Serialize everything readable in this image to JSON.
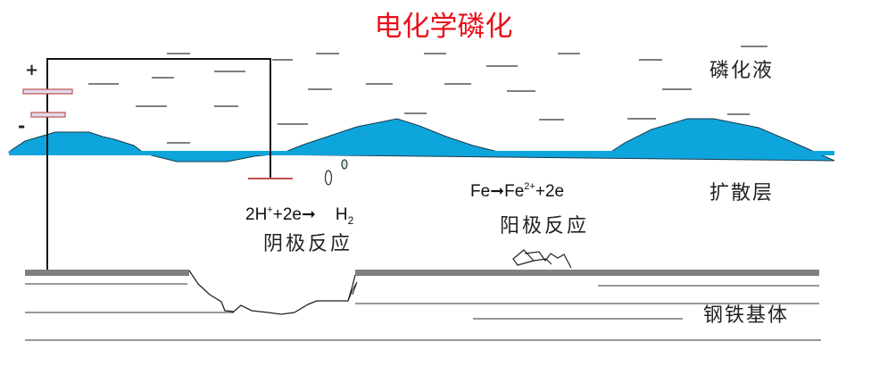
{
  "title": "电化学磷化",
  "labels": {
    "solution": "磷化液",
    "diffusion_layer": "扩散层",
    "substrate": "钢铁基体",
    "cathode_equation": {
      "left": "2H",
      "sup": "+",
      "mid": "+2e",
      "arrow": "➞",
      "product": "H",
      "sub": "2"
    },
    "cathode_reaction": "阴极反应",
    "anode_equation": {
      "left": "Fe",
      "arrow": "➞",
      "right": "Fe",
      "sup": "2+",
      "tail": "+2e"
    },
    "anode_reaction": "阳极反应",
    "positive": "+",
    "negative": "-"
  },
  "colors": {
    "title": "#e8101a",
    "liquid": "#0ea5dc",
    "electrode": "#c0504d",
    "steel": "#808080"
  }
}
